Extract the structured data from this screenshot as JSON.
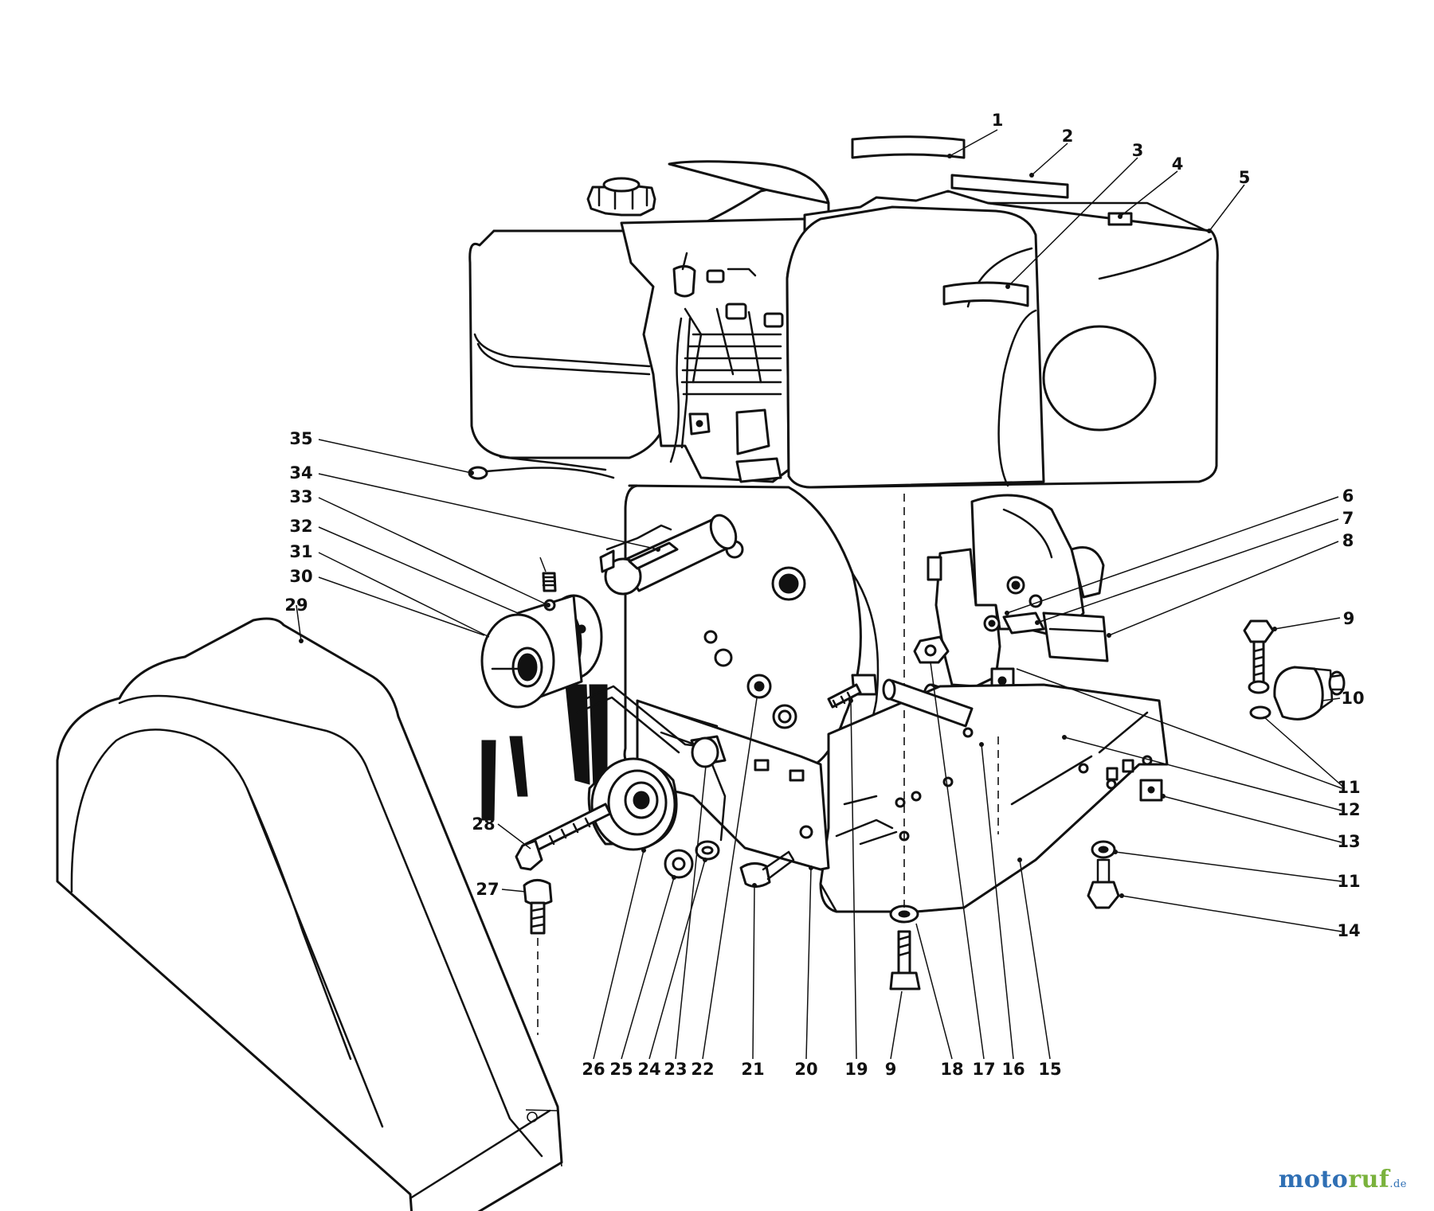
{
  "callouts": [
    {
      "id": "c1",
      "label": "1"
    },
    {
      "id": "c2",
      "label": "2"
    },
    {
      "id": "c3",
      "label": "3"
    },
    {
      "id": "c4",
      "label": "4"
    },
    {
      "id": "c5",
      "label": "5"
    },
    {
      "id": "c6",
      "label": "6"
    },
    {
      "id": "c7",
      "label": "7"
    },
    {
      "id": "c8",
      "label": "8"
    },
    {
      "id": "c9a",
      "label": "9"
    },
    {
      "id": "c10",
      "label": "10"
    },
    {
      "id": "c11a",
      "label": "11"
    },
    {
      "id": "c12",
      "label": "12"
    },
    {
      "id": "c13",
      "label": "13"
    },
    {
      "id": "c11b",
      "label": "11"
    },
    {
      "id": "c14",
      "label": "14"
    },
    {
      "id": "c35",
      "label": "35"
    },
    {
      "id": "c34",
      "label": "34"
    },
    {
      "id": "c33",
      "label": "33"
    },
    {
      "id": "c32",
      "label": "32"
    },
    {
      "id": "c31",
      "label": "31"
    },
    {
      "id": "c30",
      "label": "30"
    },
    {
      "id": "c29",
      "label": "29"
    },
    {
      "id": "c28",
      "label": "28"
    },
    {
      "id": "c27",
      "label": "27"
    },
    {
      "id": "c26",
      "label": "26"
    },
    {
      "id": "c25",
      "label": "25"
    },
    {
      "id": "c24",
      "label": "24"
    },
    {
      "id": "c23",
      "label": "23"
    },
    {
      "id": "c22",
      "label": "22"
    },
    {
      "id": "c21",
      "label": "21"
    },
    {
      "id": "c20",
      "label": "20"
    },
    {
      "id": "c19",
      "label": "19"
    },
    {
      "id": "c9b",
      "label": "9"
    },
    {
      "id": "c18",
      "label": "18"
    },
    {
      "id": "c17",
      "label": "17"
    },
    {
      "id": "c16",
      "label": "16"
    },
    {
      "id": "c15",
      "label": "15"
    }
  ],
  "watermark": {
    "part1": "moto",
    "part2": "ruf",
    "suffix": ".de",
    "color1": "#2f6fb4",
    "color2": "#7ab23c"
  }
}
